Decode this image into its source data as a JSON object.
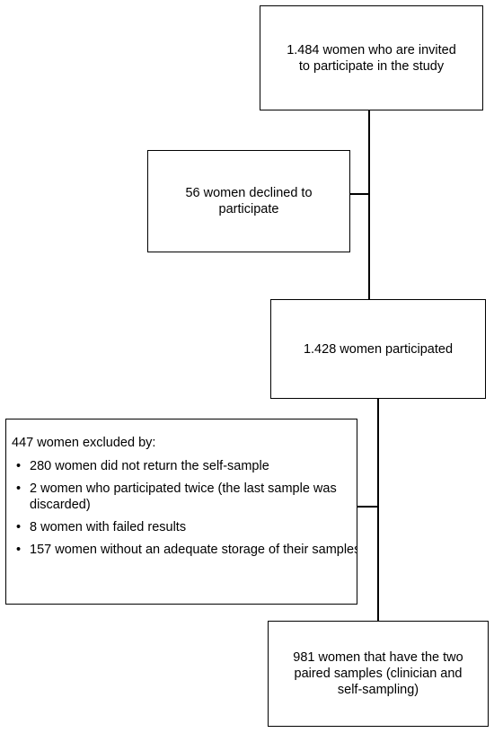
{
  "flowchart": {
    "invited": "1.484 women who are invited to participate in the study",
    "declined": "56 women declined to participate",
    "participated": "1.428 women participated",
    "excluded": {
      "heading": "447 women excluded by:",
      "items": [
        "280 women did not return the self-sample",
        "2 women who participated twice (the last sample was discarded)",
        "8 women with failed results",
        "157 women without an adequate storage of their samples"
      ]
    },
    "final": "981 women that have the two paired samples (clinician and self-sampling)"
  },
  "colors": {
    "line": "#000000",
    "box_border": "#000000",
    "background": "#ffffff"
  }
}
